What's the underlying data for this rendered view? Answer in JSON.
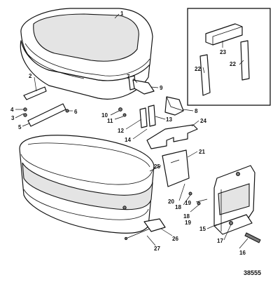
{
  "drawing_number": "38555",
  "callouts": {
    "c1": "1",
    "c2": "2",
    "c3": "3",
    "c4": "4",
    "c5": "5",
    "c6": "6",
    "c7": "7",
    "c8": "8",
    "c9": "9",
    "c10": "10",
    "c11": "11",
    "c12": "12",
    "c13": "13",
    "c14": "14",
    "c15": "15",
    "c16": "16",
    "c17": "17",
    "c18a": "18",
    "c18b": "18",
    "c19a": "19",
    "c19b": "19",
    "c20": "20",
    "c21": "21",
    "c22a": "22",
    "c22b": "22",
    "c23": "23",
    "c24": "24",
    "c25": "25",
    "c26": "26",
    "c27": "27"
  },
  "colors": {
    "line": "#111111",
    "paper": "#ffffff",
    "shade": "#e4e4e4"
  }
}
